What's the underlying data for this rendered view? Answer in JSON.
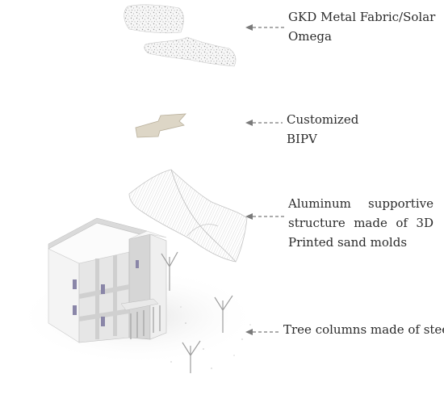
{
  "labels": {
    "fabric": {
      "line1": "GKD Metal Fabric/Solar",
      "line2": "Omega"
    },
    "bipv": {
      "line1": "Customized",
      "line2": "BIPV"
    },
    "aluminum": {
      "line1_a": "Aluminum",
      "line1_b": "supportive",
      "line2_a": "structure",
      "line2_b": "made",
      "line2_c": "of",
      "line2_d": "3D",
      "line3": "Printed sand molds"
    },
    "tree": {
      "line1": "Tree columns made of steel"
    }
  },
  "colors": {
    "text": "#2b2b2b",
    "arrow": "#7a7a7a",
    "bipv_panel": "#ddd6c6",
    "bipv_edge": "#b9b09c",
    "building_light": "#f4f4f4",
    "building_mid": "#dcdcdc",
    "building_dark": "#b8b8b8",
    "window": "#8a86a8"
  }
}
